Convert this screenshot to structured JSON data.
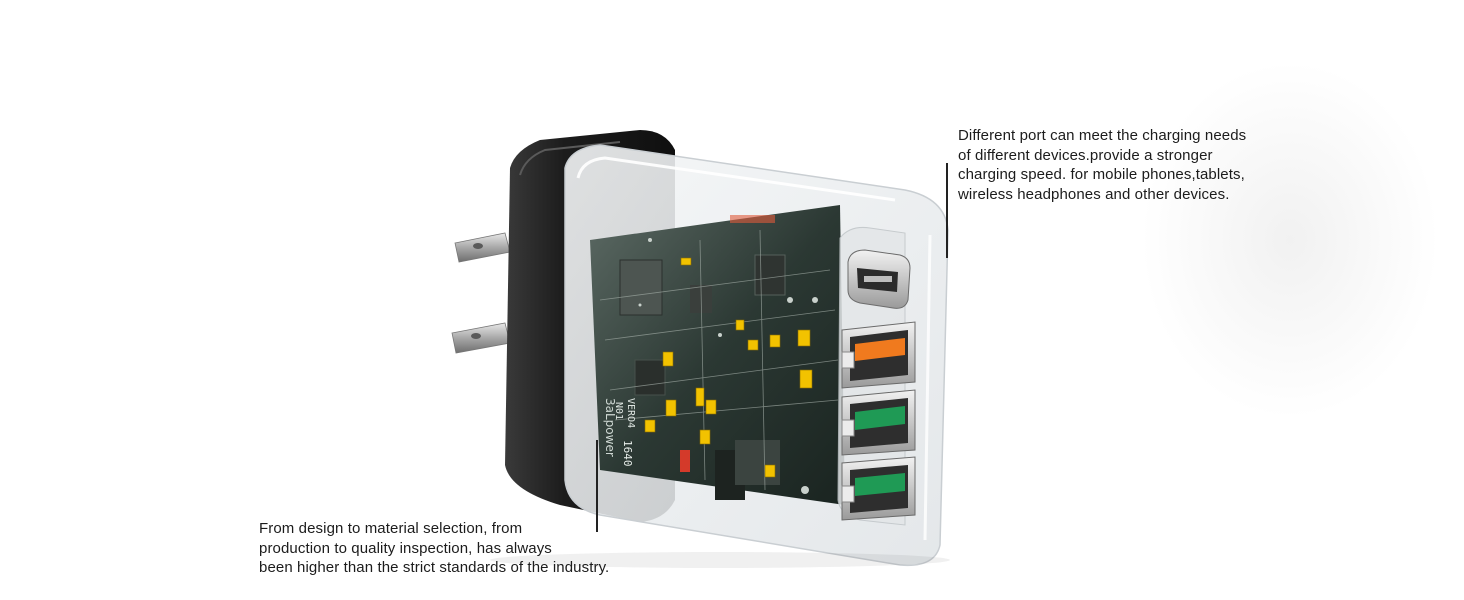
{
  "callouts": {
    "top": {
      "lines": [
        "Different port can meet the charging needs",
        "of different devices.provide a stronger",
        "charging speed. for mobile phones,tablets,",
        "wireless headphones and other devices."
      ]
    },
    "bottom": {
      "lines": [
        "From design to material selection, from",
        "production to quality inspection, has always",
        "been higher than the strict standards of the industry."
      ]
    }
  },
  "board_markings": {
    "model": "VERO4",
    "model_prefix": "N01",
    "brand": "3aLpower",
    "batch": "1640"
  },
  "colors": {
    "body_black": "#1e1e1e",
    "shell_clear": "#e8ecef",
    "pcb_green": "#1f2a26",
    "port_orange": "#f07a1e",
    "port_green": "#1f9a55",
    "capacitor_yellow": "#f2c200",
    "text": "#1c1c1c"
  },
  "ports": [
    "usb-c",
    "usb-a-quick-charge",
    "usb-a",
    "usb-a"
  ]
}
